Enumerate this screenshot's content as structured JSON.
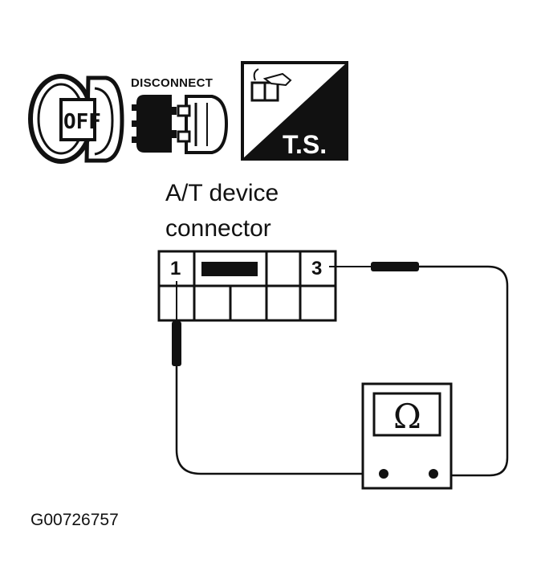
{
  "icons": {
    "ignition": {
      "name": "ignition-key-off-icon",
      "label": "OFF"
    },
    "disconnect": {
      "name": "disconnect-connector-icon",
      "label": "DISCONNECT"
    },
    "test_step": {
      "name": "ts-icon",
      "label": "T.S."
    }
  },
  "connector": {
    "title_line1": "A/T device",
    "title_line2": "connector",
    "pin_left": "1",
    "pin_right": "3"
  },
  "meter": {
    "symbol": "Ω",
    "icon": "ohmmeter-icon"
  },
  "figure_id": "G00726757"
}
